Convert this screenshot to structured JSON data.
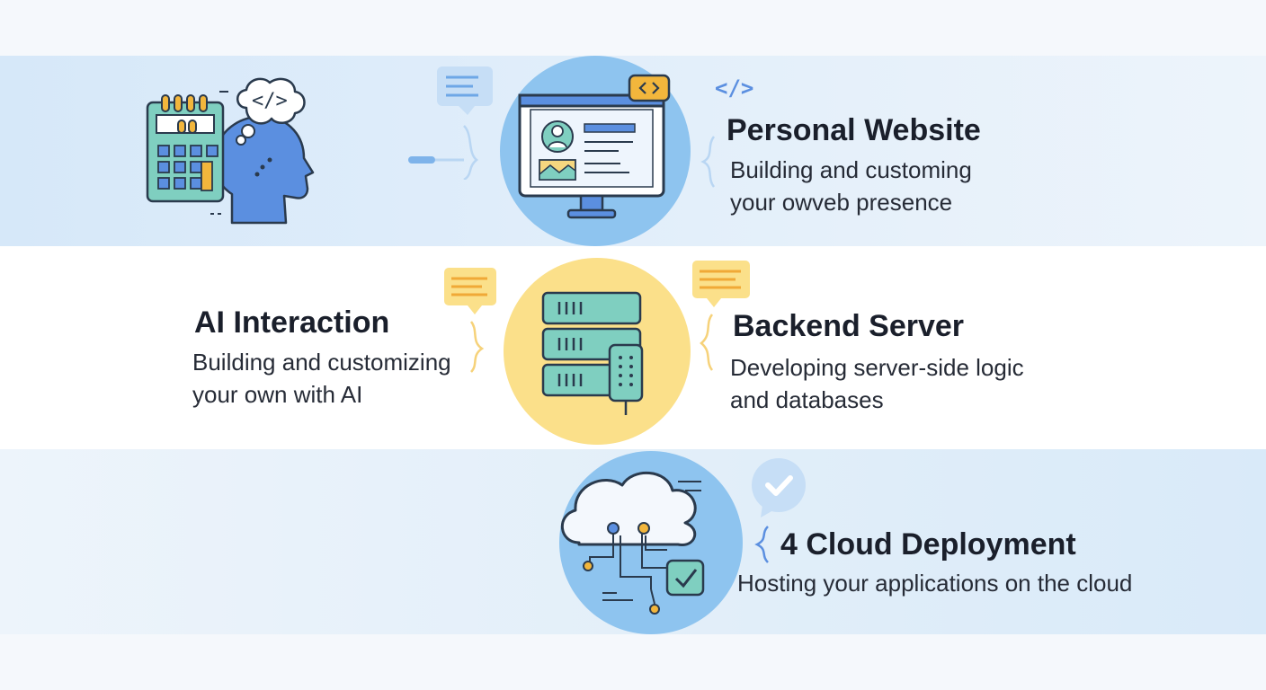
{
  "sections": [
    {
      "title": "Personal Website",
      "description_lines": [
        "Building and customing",
        "your owveb presence"
      ]
    },
    {
      "title": "AI Interaction",
      "description_lines": [
        "Building and customizing",
        "your own with AI"
      ]
    },
    {
      "title": "Backend Server",
      "description_lines": [
        "Developing server-side logic",
        "and databases"
      ]
    },
    {
      "title": "4 Cloud Deployment",
      "description_lines": [
        "Hosting your applications on the cloud"
      ]
    }
  ],
  "code_symbol": "</>",
  "colors": {
    "blue_accent": "#5b8fe0",
    "light_blue": "#8ec4ef",
    "yellow": "#fbe08a",
    "teal": "#7fcfc0",
    "dark_outline": "#2a3a4d",
    "orange": "#f2b63c"
  },
  "icons": {
    "personal_website": "monitor-profile-icon",
    "ai_interaction": "calculator-head-icon",
    "backend_server": "server-rack-icon",
    "cloud_deployment": "cloud-network-icon"
  }
}
